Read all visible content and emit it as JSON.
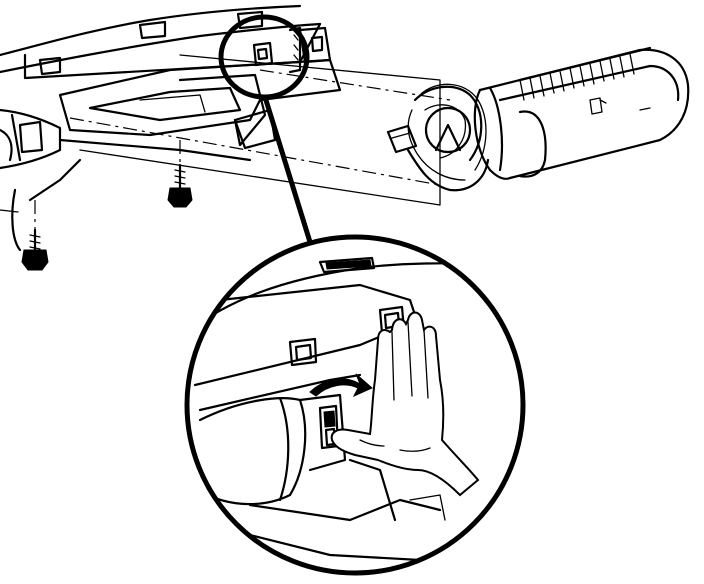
{
  "figure": {
    "components": [
      "dashboard-panel",
      "mounting-screw-upper",
      "mounting-screw-lower",
      "airbag-module",
      "wiring-harness-connector",
      "detail-callout-circle",
      "retaining-clip",
      "hand"
    ]
  }
}
